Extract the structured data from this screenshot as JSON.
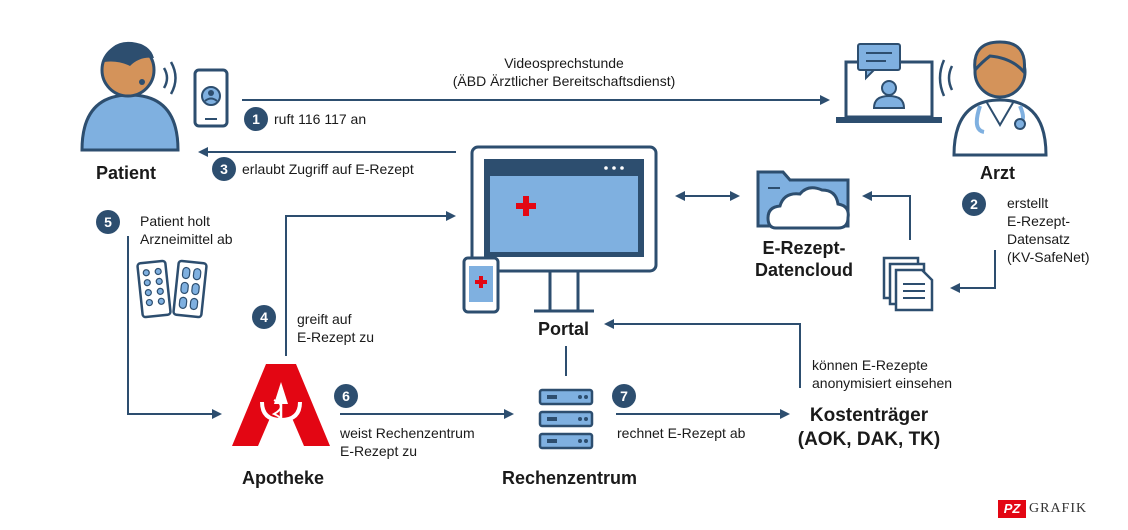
{
  "actors": {
    "patient": "Patient",
    "arzt": "Arzt",
    "portal": "Portal",
    "apotheke": "Apotheke",
    "rechenzentrum": "Rechenzentrum",
    "cloud": "E-Rezept-\nDatencloud",
    "kostentraeger": "Kostenträger\n(AOK, DAK, TK)"
  },
  "labels": {
    "video": "Videosprechstunde\n(ÄBD Ärztlicher Bereitschaftsdienst)",
    "anonym": "können E-Rezepte\nanonymisiert einsehen"
  },
  "steps": [
    {
      "num": "1",
      "text": "ruft 116 117 an"
    },
    {
      "num": "2",
      "text": "erstellt\nE-Rezept-\nDatensatz\n(KV-SafeNet)"
    },
    {
      "num": "3",
      "text": "erlaubt Zugriff auf E-Rezept"
    },
    {
      "num": "4",
      "text": "greift auf\nE-Rezept zu"
    },
    {
      "num": "5",
      "text": "Patient holt\nArzneimittel ab"
    },
    {
      "num": "6",
      "text": "weist Rechenzentrum\nE-Rezept zu"
    },
    {
      "num": "7",
      "text": "rechnet E-Rezept ab"
    }
  ],
  "branding": {
    "badge": "PZ",
    "word": "GRAFIK"
  },
  "colors": {
    "navy": "#2d4e6f",
    "light_blue": "#7fb0e0",
    "skin": "#d4935a",
    "red": "#e30613"
  }
}
